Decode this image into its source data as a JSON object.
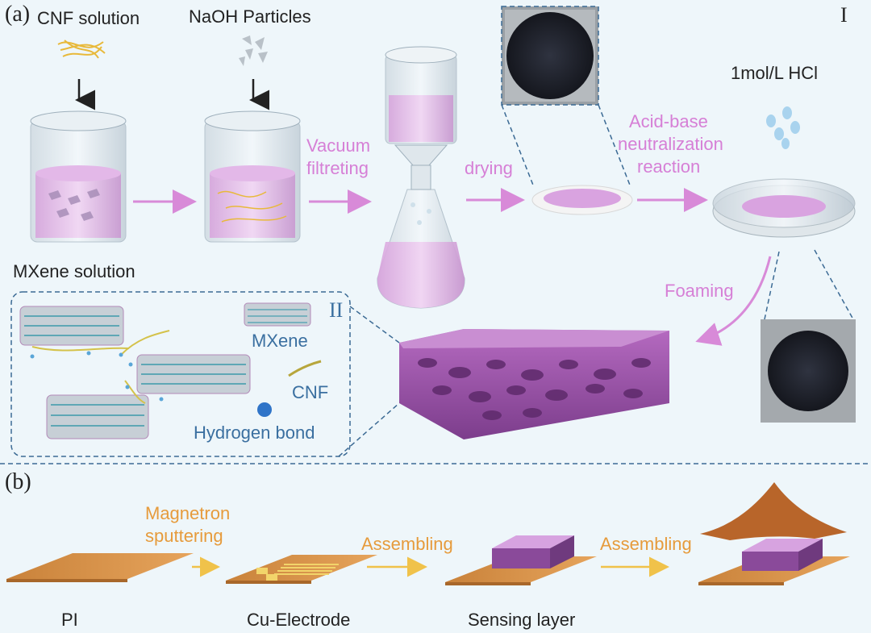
{
  "panel_a": {
    "label": "(a)",
    "roman_label": "I",
    "inputs": {
      "cnf": "CNF solution",
      "naoh": "NaOH Particles",
      "mxene": "MXene solution",
      "hcl": "1mol/L HCl"
    },
    "steps": {
      "vacuum_1": "Vacuum",
      "vacuum_2": "filtreting",
      "drying": "drying",
      "acid_1": "Acid-base",
      "acid_2": "neutralization",
      "acid_3": "reaction",
      "foaming": "Foaming"
    },
    "inset": {
      "roman_label": "II",
      "mxene": "MXene",
      "cnf": "CNF",
      "hbond": "Hydrogen bond"
    }
  },
  "panel_b": {
    "label": "(b)",
    "steps": {
      "magnetron_1": "Magnetron",
      "magnetron_2": "sputtering",
      "assembling_1": "Assembling",
      "assembling_2": "Assembling"
    },
    "components": {
      "pi": "PI",
      "cu": "Cu-Electrode",
      "sensing": "Sensing layer"
    }
  },
  "colors": {
    "pink_text": "#d67fd6",
    "orange_text": "#e69b3c",
    "blue_text": "#3a6fa0",
    "background": "#eef6fa"
  }
}
